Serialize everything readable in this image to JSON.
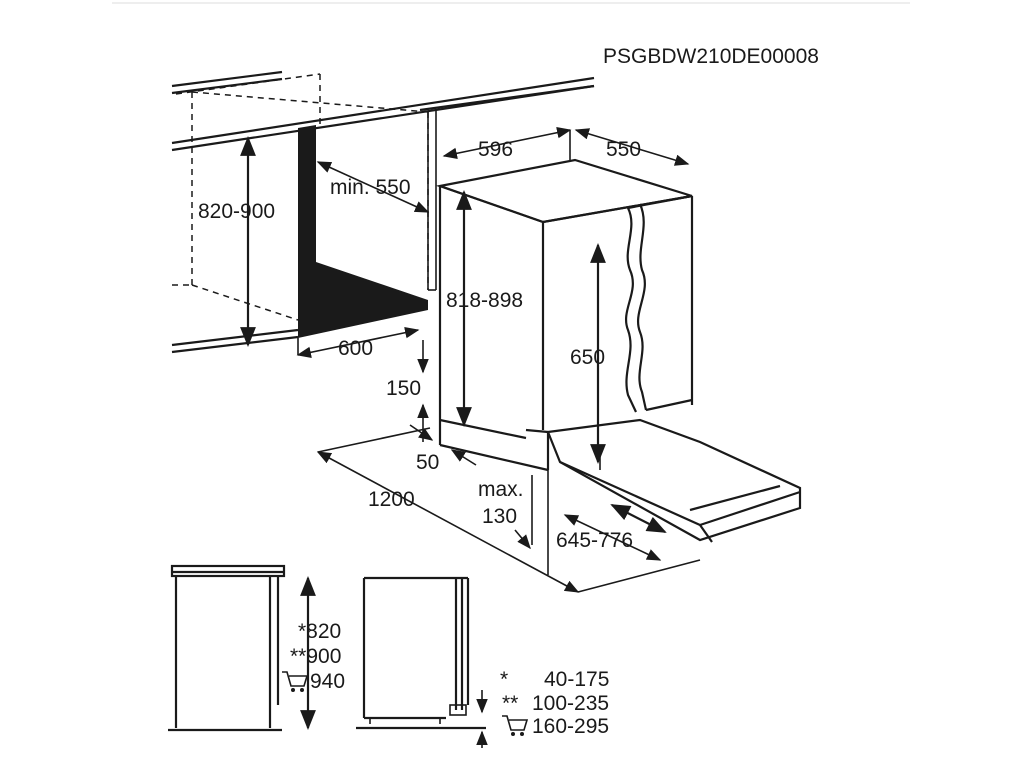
{
  "model_code": "PSGBDW210DE00008",
  "dims": {
    "cabinet_height": "820-900",
    "niche_depth": "min. 550",
    "niche_width": "600",
    "appliance_width": "596",
    "appliance_depth": "550",
    "appliance_height": "818-898",
    "door_height": "650",
    "toe_height": "150",
    "toe_setback": "50",
    "cable_length": "1200",
    "plinth_max_label": "max.",
    "plinth_max_value": "130",
    "door_travel": "645-776"
  },
  "lower_left": {
    "line1": "*820",
    "line2": "**900",
    "line3": "940",
    "icon": "shopping-cart-icon"
  },
  "lower_right": {
    "row1_mark": "*",
    "row1_value": "40-175",
    "row2_mark": "**",
    "row2_value": "100-235",
    "row3_value": "160-295",
    "icon": "shopping-cart-icon"
  }
}
